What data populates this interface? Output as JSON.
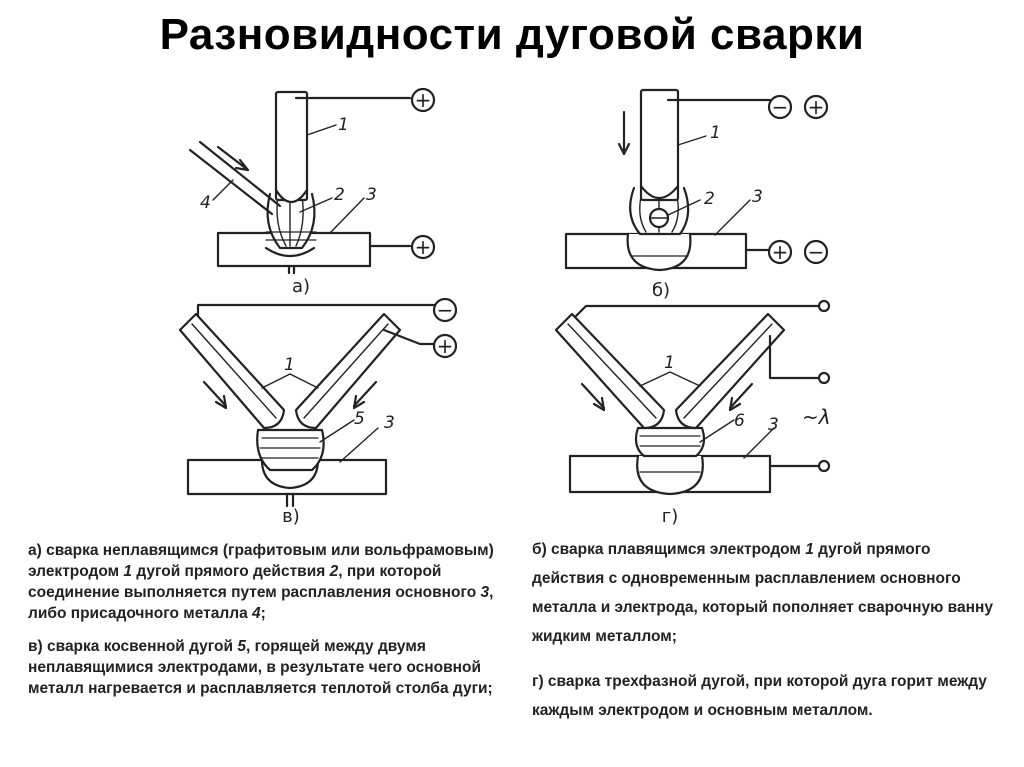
{
  "slide": {
    "title": "Разновидности дуговой сварки"
  },
  "diagrams": {
    "a": {
      "caption": "а)",
      "labels": {
        "electrode": "1",
        "arc": "2",
        "base": "3",
        "filler": "4"
      },
      "top_pole": "+",
      "bottom_pole": "+"
    },
    "b": {
      "caption": "б)",
      "labels": {
        "electrode": "1",
        "arc": "2",
        "base": "3"
      },
      "top_poles": [
        "−",
        "+"
      ],
      "bottom_poles": [
        "+",
        "−"
      ]
    },
    "v": {
      "caption": "в)",
      "labels": {
        "electrodes": "1",
        "arc": "5",
        "base": "3"
      },
      "poles": [
        "−",
        "+"
      ]
    },
    "g": {
      "caption": "г)",
      "labels": {
        "electrodes": "1",
        "arc": "6",
        "base": "3"
      },
      "supply": "~λ"
    }
  },
  "descriptions": {
    "a": {
      "parts": [
        {
          "text": "а) сварка неплавящимся (графитовым или вольфрамовым) электродом ",
          "em": false
        },
        {
          "text": "1",
          "em": true
        },
        {
          "text": " дугой прямого действия ",
          "em": false
        },
        {
          "text": "2",
          "em": true
        },
        {
          "text": ", при которой соединение выполняется путем расплавления основного ",
          "em": false
        },
        {
          "text": "3",
          "em": true
        },
        {
          "text": ", либо присадочного металла ",
          "em": false
        },
        {
          "text": "4",
          "em": true
        },
        {
          "text": ";",
          "em": false
        }
      ]
    },
    "v": {
      "parts": [
        {
          "text": "в) сварка косвенной дугой ",
          "em": false
        },
        {
          "text": "5",
          "em": true
        },
        {
          "text": ", горящей между двумя неплавящимися электродами, в результате чего основной металл нагревается и расплавляется теплотой столба дуги;",
          "em": false
        }
      ]
    },
    "b": {
      "parts": [
        {
          "text": "б) сварка плавящимся электродом ",
          "em": false
        },
        {
          "text": "1",
          "em": true
        },
        {
          "text": " дугой прямого действия с одновременным расплавлением основного металла и электрода, который пополняет сварочную ванну жидким металлом;",
          "em": false
        }
      ]
    },
    "g": {
      "parts": [
        {
          "text": "г) сварка трехфазной дугой, при которой дуга горит между каждым электродом и основным металлом.",
          "em": false
        }
      ]
    }
  }
}
